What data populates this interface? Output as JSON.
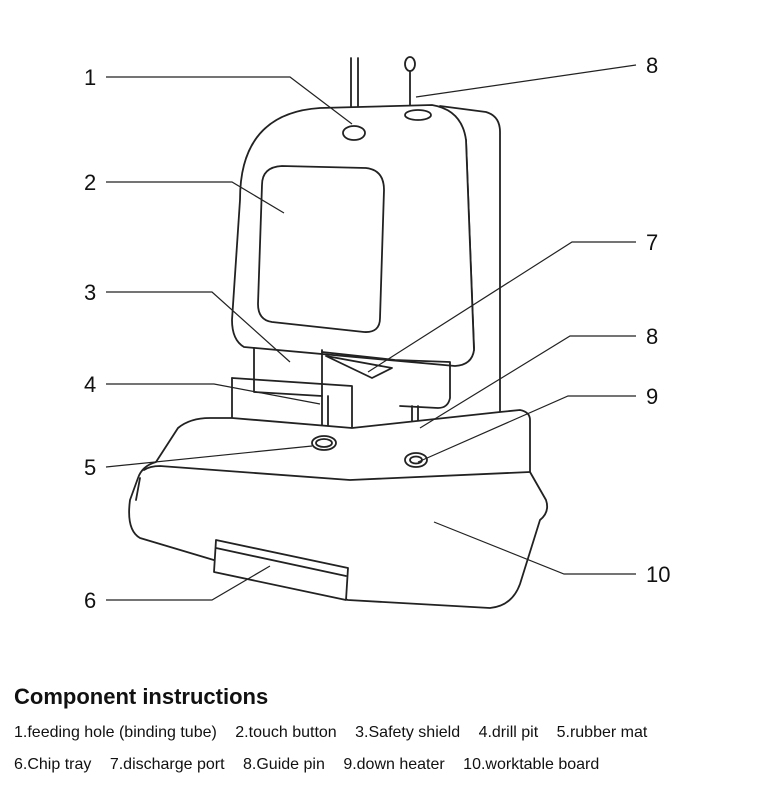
{
  "callouts": [
    "1",
    "2",
    "3",
    "4",
    "5",
    "6",
    "7",
    "8",
    "8",
    "9",
    "10"
  ],
  "caption": {
    "title": "Component instructions",
    "row1": [
      "1.feeding hole (binding tube)",
      "2.touch button",
      "3.Safety shield",
      "4.drill pit",
      "5.rubber mat"
    ],
    "row2": [
      "6.Chip tray",
      "7.discharge port",
      "8.Guide pin",
      "9.down heater",
      "10.worktable board"
    ]
  }
}
